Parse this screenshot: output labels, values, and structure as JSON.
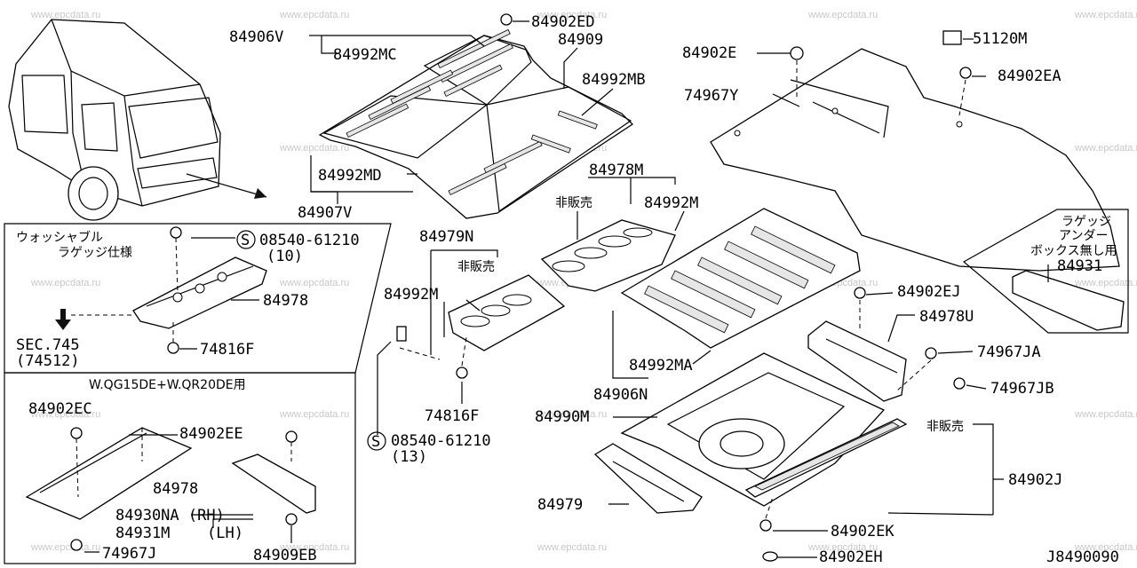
{
  "watermark": "www.epcdata.ru",
  "diagram_code": "J8490090",
  "boxes": {
    "washable_title_1": "ウォッシャブル",
    "washable_title_2": "ラゲッジ仕様",
    "engine_title": "W.QG15DE+W.QR20DE用",
    "no_box_1": "ラゲッジ",
    "no_box_2": "アンダー",
    "no_box_3": "ボックス無し用"
  },
  "not_for_sale": "非販売",
  "labels": {
    "p84906V": "84906V",
    "p84992MC": "84992MC",
    "p84902ED": "84902ED",
    "p84909": "84909",
    "p84992MB": "84992MB",
    "p84902E": "84902E",
    "p74967Y": "74967Y",
    "p51120M": "51120M",
    "p84902EA": "84902EA",
    "p84992MD": "84992MD",
    "p84907V": "84907V",
    "p84978M": "84978M",
    "p84992M_a": "84992M",
    "p84979N": "84979N",
    "p84992M_b": "84992M",
    "p84931_a": "84931",
    "p84902EJ": "84902EJ",
    "p84978U": "84978U",
    "p74967JA": "74967JA",
    "p74967JB": "74967JB",
    "p84992MA": "84992MA",
    "p84906N": "84906N",
    "p84990M": "84990M",
    "p74816F_b": "74816F",
    "p08540_b": "08540-61210",
    "p08540_b_qty": "(13)",
    "p84902J": "84902J",
    "p84979": "84979",
    "p84902EK": "84902EK",
    "p84902EH": "84902EH",
    "p08540_a": "08540-61210",
    "p08540_a_qty": "(10)",
    "p84978_a": "84978",
    "sec745": "SEC.745",
    "sec745_sub": "(74512)",
    "p74816F_a": "74816F",
    "p84902EC": "84902EC",
    "p84902EE": "84902EE",
    "p84978_b": "84978",
    "p84930NA": "84930NA (RH)",
    "p84931M": "84931M",
    "p84931M_side": "(LH)",
    "p74967J": "74967J",
    "p84909EB": "84909EB",
    "s_marker": "S"
  }
}
